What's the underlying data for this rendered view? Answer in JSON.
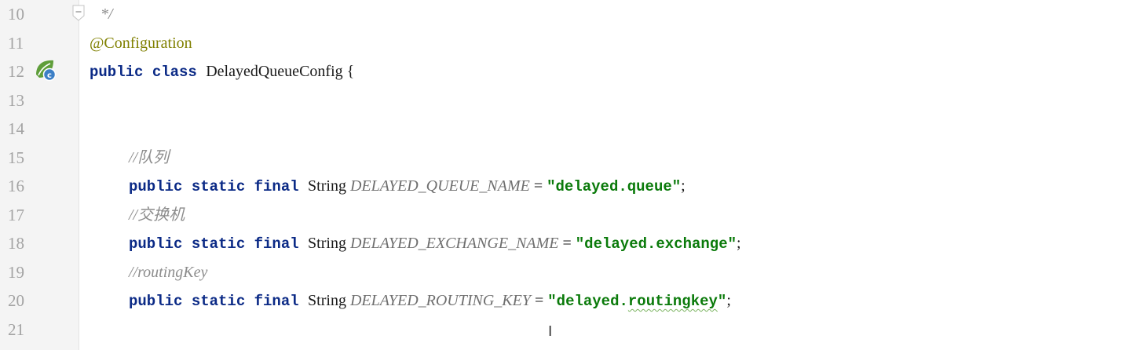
{
  "lines": [
    {
      "num": "10",
      "tokens": [
        {
          "t": "*/",
          "c": "cmt"
        }
      ]
    },
    {
      "num": "11",
      "tokens": [
        {
          "t": "@Configuration",
          "c": "ann"
        }
      ]
    },
    {
      "num": "12",
      "tokens": [
        {
          "t": "public class ",
          "c": "kw"
        },
        {
          "t": "DelayedQueueConfig ",
          "c": "type"
        },
        {
          "t": "{",
          "c": "op"
        }
      ]
    },
    {
      "num": "13",
      "tokens": []
    },
    {
      "num": "14",
      "tokens": []
    },
    {
      "num": "15",
      "indent": 2,
      "tokens": [
        {
          "t": "//队列",
          "c": "cmt"
        }
      ]
    },
    {
      "num": "16",
      "indent": 2,
      "tokens": [
        {
          "t": "public static final ",
          "c": "kw"
        },
        {
          "t": "String ",
          "c": "type"
        },
        {
          "t": "DELAYED_QUEUE_NAME",
          "c": "const"
        },
        {
          "t": " = ",
          "c": "op"
        },
        {
          "t": "\"delayed.queue\"",
          "c": "str"
        },
        {
          "t": ";",
          "c": "op"
        }
      ]
    },
    {
      "num": "17",
      "indent": 2,
      "tokens": [
        {
          "t": "//交换机",
          "c": "cmt"
        }
      ]
    },
    {
      "num": "18",
      "indent": 2,
      "tokens": [
        {
          "t": "public static final ",
          "c": "kw"
        },
        {
          "t": "String ",
          "c": "type"
        },
        {
          "t": "DELAYED_EXCHANGE_NAME",
          "c": "const"
        },
        {
          "t": " = ",
          "c": "op"
        },
        {
          "t": "\"delayed.exchange\"",
          "c": "str"
        },
        {
          "t": ";",
          "c": "op"
        }
      ]
    },
    {
      "num": "19",
      "indent": 2,
      "tokens": [
        {
          "t": "//routingKey",
          "c": "cmt"
        }
      ]
    },
    {
      "num": "20",
      "indent": 2,
      "tokens": [
        {
          "t": "public static final ",
          "c": "kw"
        },
        {
          "t": "String ",
          "c": "type"
        },
        {
          "t": "DELAYED_ROUTING_KEY",
          "c": "const"
        },
        {
          "t": " = ",
          "c": "op"
        },
        {
          "t": "\"delayed.",
          "c": "str"
        },
        {
          "t": "routingkey",
          "c": "str squiggle"
        },
        {
          "t": "\"",
          "c": "str"
        },
        {
          "t": ";",
          "c": "op"
        }
      ]
    },
    {
      "num": "21",
      "tokens": []
    }
  ],
  "gutter_icons": {
    "fold": "fold-collapse-icon",
    "spring": "spring-bean-config-icon"
  },
  "cursor_icon": "text-cursor-icon"
}
